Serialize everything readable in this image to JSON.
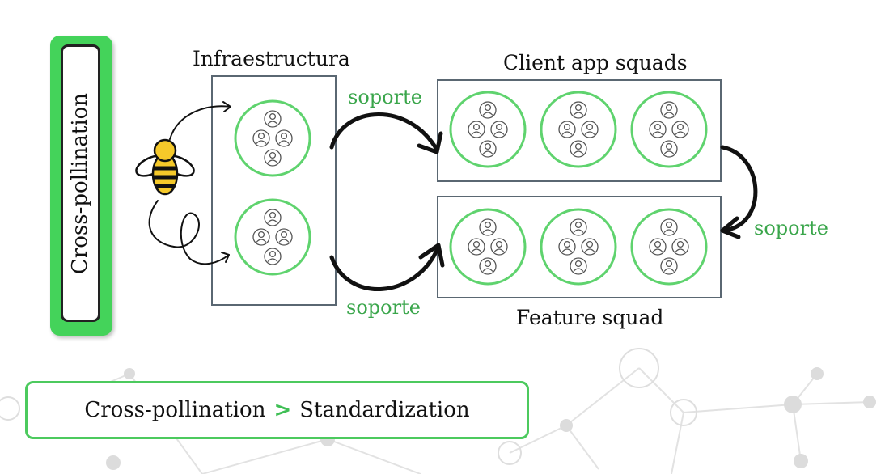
{
  "sidebar_label": "Cross-pollination",
  "groups": {
    "infra": {
      "title": "Infraestructura"
    },
    "client": {
      "title": "Client app squads"
    },
    "feature": {
      "title": "Feature squad"
    }
  },
  "arrows": {
    "top_label": "soporte",
    "bottom_label": "soporte",
    "right_label": "soporte"
  },
  "footer": {
    "left": "Cross-pollination",
    "symbol": ">",
    "right": "Standardization"
  },
  "colors": {
    "accent": "#3fbf55",
    "box_border": "#5a6772",
    "squad_ring": "#5fd36e"
  },
  "icons": [
    "bee-icon",
    "person-icon"
  ]
}
